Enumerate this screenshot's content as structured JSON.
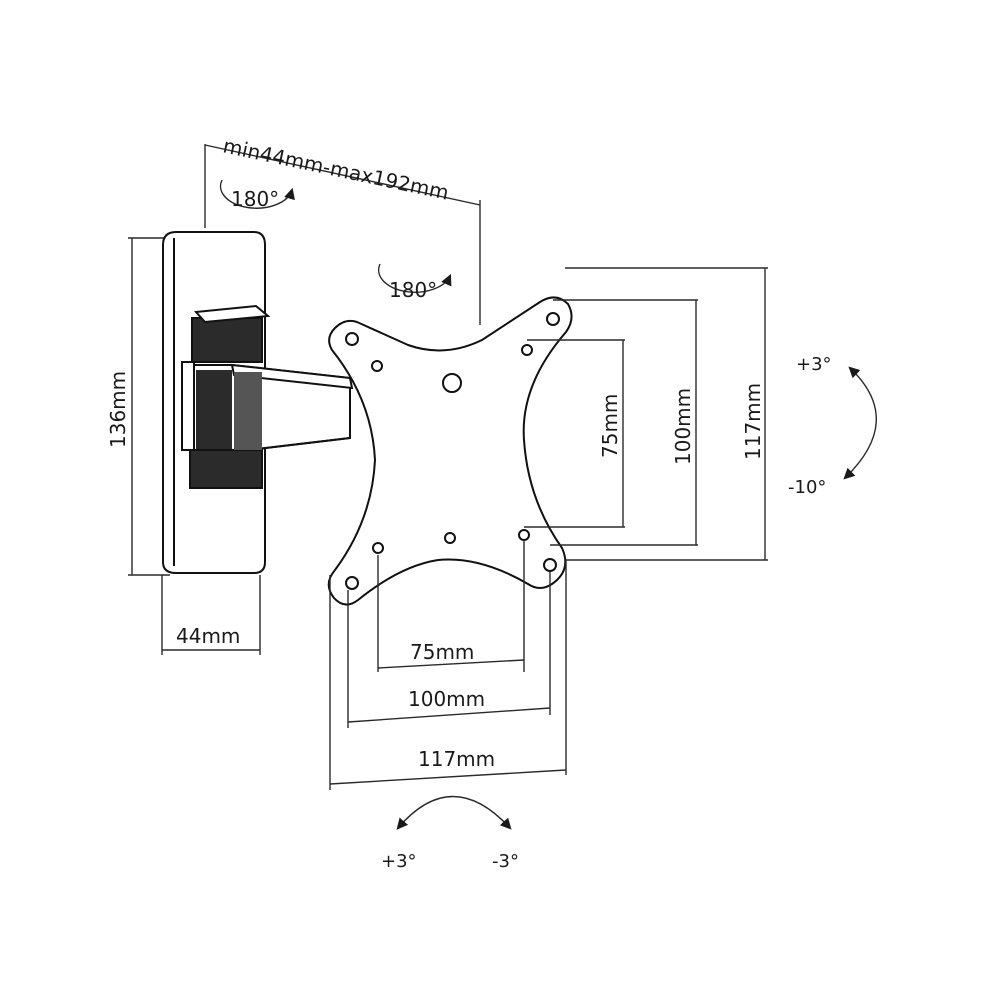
{
  "dimensions": {
    "arm_range": "min44mm-max192mm",
    "wall_plate_height": "136mm",
    "wall_plate_depth": "44mm",
    "vesa_small_h": "75mm",
    "vesa_medium_h": "100mm",
    "plate_width": "117mm",
    "vesa_small_v": "75mm",
    "vesa_medium_v": "100mm",
    "plate_height": "117mm"
  },
  "rotation": {
    "arm_swivel": "180°",
    "head_swivel": "180°",
    "tilt_up": "+3°",
    "tilt_down": "-10°",
    "level_left": "+3°",
    "level_right": "-3°"
  },
  "colors": {
    "line": "#2a2a2a",
    "outline": "#111111",
    "bracket_fill": "#ffffff",
    "shade_dark": "#2b2b2b"
  }
}
